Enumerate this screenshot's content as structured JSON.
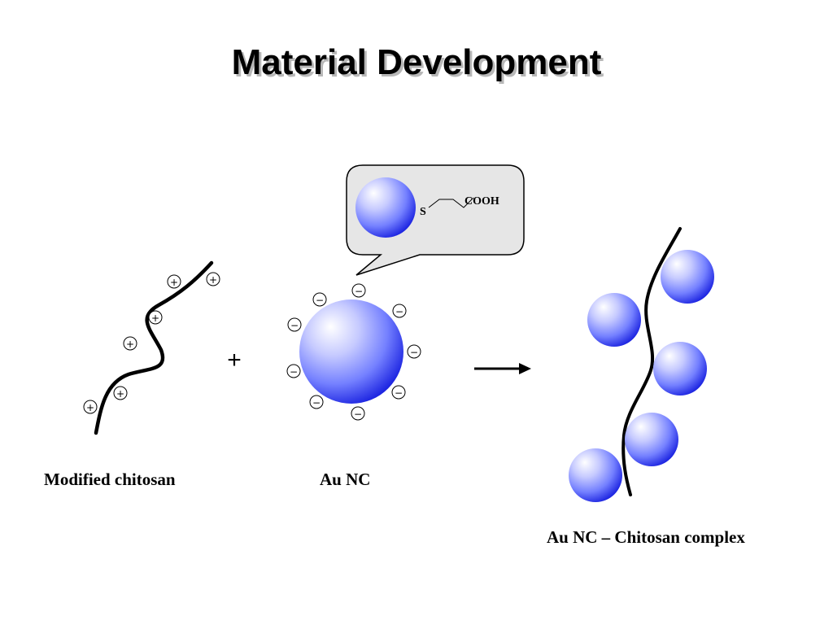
{
  "title": "Material Development",
  "labels": {
    "chitosan": "Modified chitosan",
    "au_nc": "Au NC",
    "complex": "Au NC – Chitosan complex"
  },
  "bubble": {
    "sulfur": "S",
    "acid": "COOH"
  },
  "operators": {
    "plus": "+"
  },
  "charges": {
    "positive": "+",
    "negative": "−"
  },
  "colors": {
    "sphere_highlight": "#ffffff",
    "sphere_mid": "#8e98ff",
    "sphere_edge": "#1a22e0",
    "bubble_fill": "#e6e6e6"
  }
}
